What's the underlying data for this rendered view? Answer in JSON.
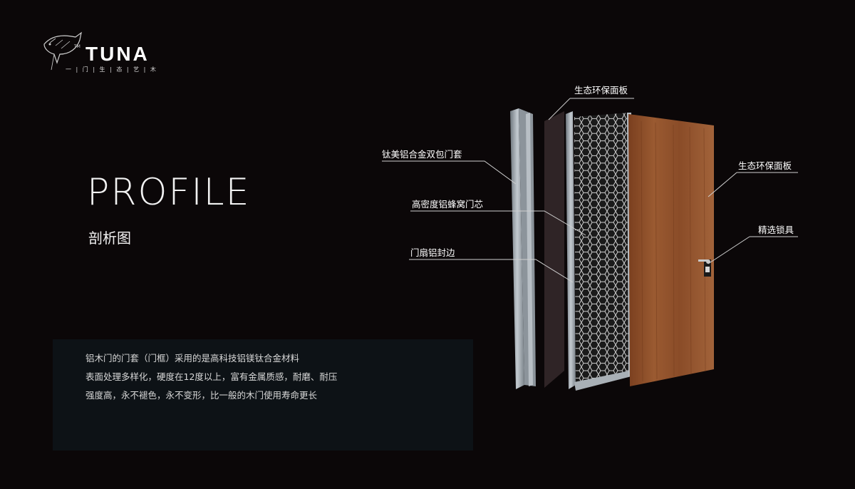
{
  "brand": {
    "name": "TUNA",
    "tm": "TM",
    "tagline": "一 | 门 | 生 | 态 | 艺 | 木"
  },
  "hero": {
    "title": "PROFILE",
    "subtitle": "剖析图"
  },
  "description": {
    "lines": [
      "铝木门的门套（门框）采用的是高科技铝镁钛合金材料",
      "表面处理多样化，硬度在12度以上，富有金属质感，耐磨、耐压",
      "强度高，永不褪色，永不变形，比一般的木门使用寿命更长"
    ]
  },
  "callouts": {
    "top_panel": "生态环保面板",
    "frame": "钛美铝合金双包门套",
    "honeycomb": "高密度铝蜂窝门芯",
    "edge": "门扇铝封边",
    "right_panel": "生态环保面板",
    "lock": "精选锁具"
  },
  "colors": {
    "background": "#0b0708",
    "wood": "#8a4a25",
    "aluminum": "#9aa3ab"
  }
}
